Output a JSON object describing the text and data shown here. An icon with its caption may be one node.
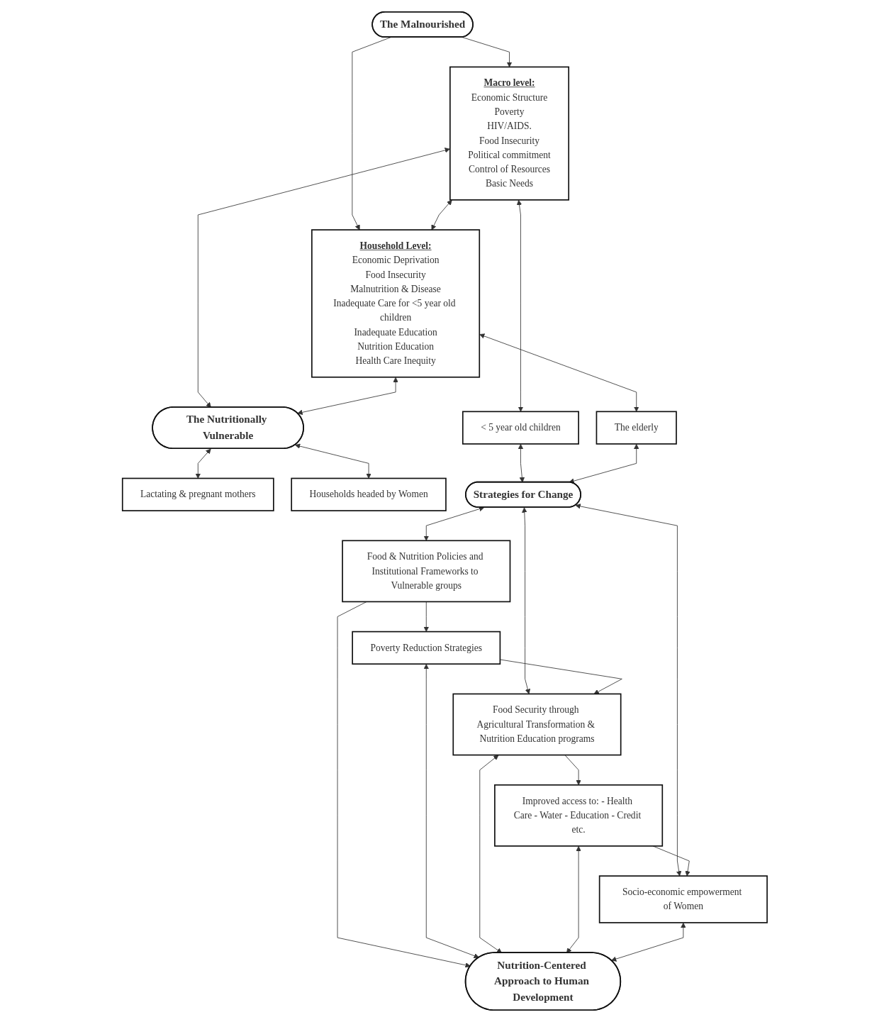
{
  "diagram": {
    "nodes": [
      {
        "text": [
          "The Malnourished"
        ]
      },
      {
        "text": [
          "Macro level:",
          "Economic Structure",
          "Poverty",
          "HIV/AIDS.",
          "Food Insecurity",
          "Political commitment",
          "Control of  Resources",
          "Basic Needs"
        ]
      },
      {
        "text": [
          "Household Level:",
          "Economic Deprivation",
          "Food Insecurity",
          "Malnutrition & Disease",
          "Inadequate Care for <5 year old children",
          "Inadequate Education",
          "Nutrition Education",
          "Health Care Inequity"
        ]
      },
      {
        "text": [
          "The Nutritionally Vulnerable"
        ]
      },
      {
        "text": [
          "< 5 year old children"
        ]
      },
      {
        "text": [
          "Lactating & pregnant mothers"
        ]
      },
      {
        "text": [
          "Households headed by Women"
        ]
      },
      {
        "text": [
          "The elderly"
        ]
      },
      {
        "text": [
          "Strategies for Change"
        ]
      },
      {
        "text": [
          "Food & Nutrition Policies and Institutional Frameworks to Vulnerable groups"
        ]
      },
      {
        "text": [
          "Poverty Reduction Strategies"
        ]
      },
      {
        "text": [
          "Food Security through Agricultural Transformation & Nutrition Education programs"
        ]
      },
      {
        "text": [
          "Improved access to: - Health Care - Water - Education - Credit etc."
        ]
      },
      {
        "text": [
          "Socio-economic empowerment of Women"
        ]
      },
      {
        "text": [
          "Nutrition-Centered Approach to Human Development"
        ]
      }
    ],
    "edges": [
      {
        "from": 0,
        "to": 1,
        "arrow": "to"
      },
      {
        "from": 0,
        "to": 2,
        "arrow": "to"
      },
      {
        "from": 1,
        "to": 2,
        "arrow": "both"
      },
      {
        "from": 1,
        "to": 3,
        "arrow": "both"
      },
      {
        "from": 2,
        "to": 3,
        "arrow": "both"
      },
      {
        "from": 1,
        "to": 4,
        "arrow": "both"
      },
      {
        "from": 3,
        "to": 5,
        "arrow": "both"
      },
      {
        "from": 3,
        "to": 6,
        "arrow": "both"
      },
      {
        "from": 2,
        "to": 7,
        "arrow": "both"
      },
      {
        "from": 4,
        "to": 8,
        "arrow": "both"
      },
      {
        "from": 7,
        "to": 8,
        "arrow": "both"
      },
      {
        "from": 8,
        "to": 9,
        "arrow": "both"
      },
      {
        "from": 8,
        "to": 11,
        "arrow": "both"
      },
      {
        "from": 8,
        "to": 13,
        "arrow": "both"
      },
      {
        "from": 9,
        "to": 10,
        "arrow": "to"
      },
      {
        "from": 10,
        "to": 11,
        "arrow": "to"
      },
      {
        "from": 11,
        "to": 12,
        "arrow": "to"
      },
      {
        "from": 12,
        "to": 13,
        "arrow": "to"
      },
      {
        "from": 9,
        "to": 14,
        "arrow": "to"
      },
      {
        "from": 10,
        "to": 14,
        "arrow": "both"
      },
      {
        "from": 11,
        "to": 14,
        "arrow": "both"
      },
      {
        "from": 12,
        "to": 14,
        "arrow": "both"
      },
      {
        "from": 13,
        "to": 14,
        "arrow": "both"
      }
    ]
  }
}
